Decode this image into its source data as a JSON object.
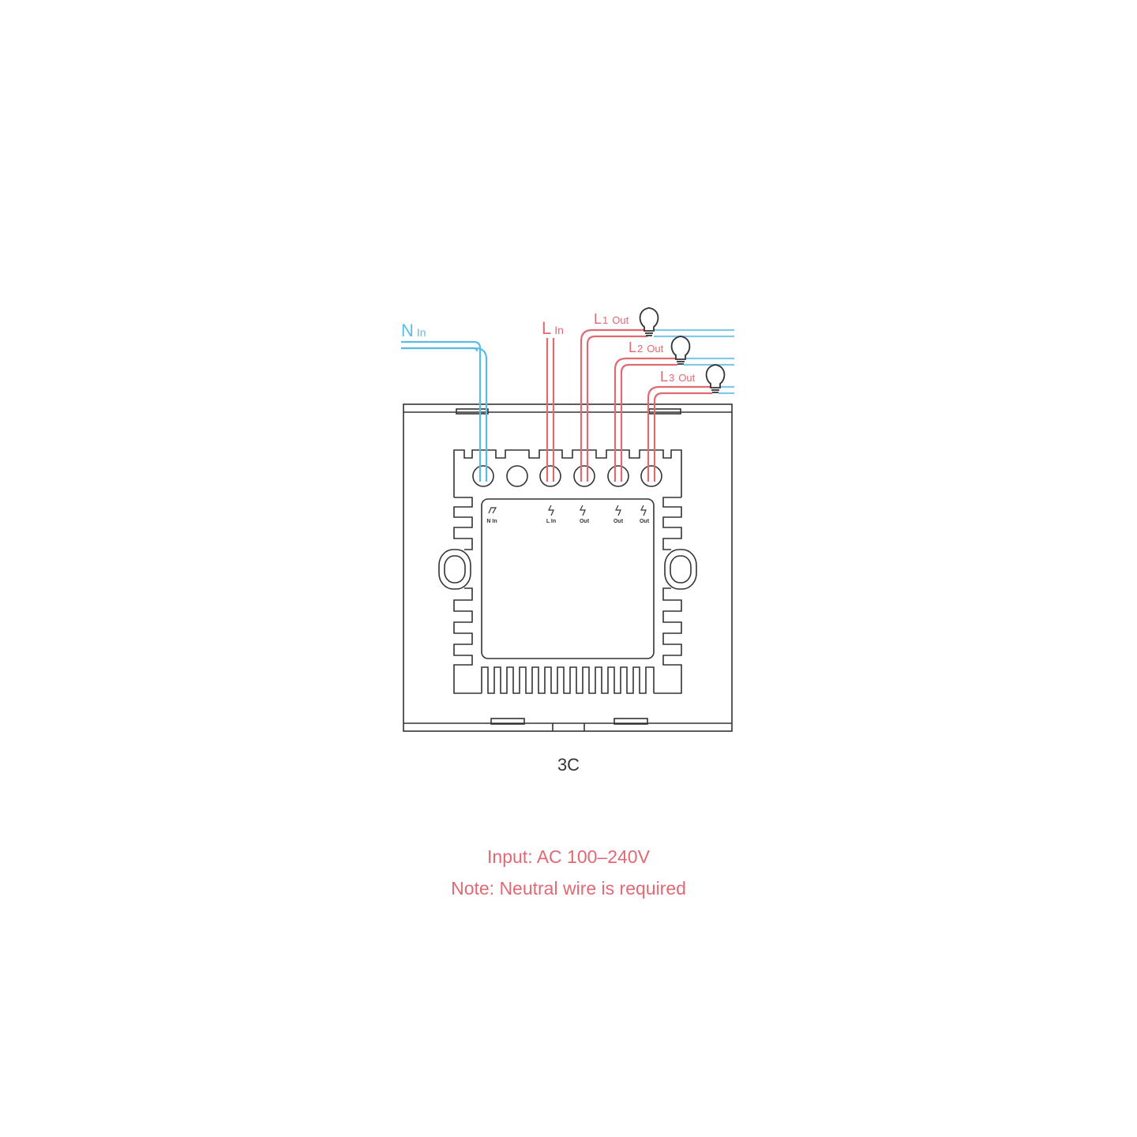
{
  "wires": {
    "neutral": {
      "label": "N",
      "sub": "In",
      "color": "#5bbde6"
    },
    "live": {
      "label": "L",
      "sub": "In",
      "color": "#e06a74"
    },
    "outputs": [
      {
        "label": "L",
        "num": "1",
        "sub": "Out"
      },
      {
        "label": "L",
        "num": "2",
        "sub": "Out"
      },
      {
        "label": "L",
        "num": "3",
        "sub": "Out"
      }
    ],
    "load_color": "#7fc8ea"
  },
  "terminals": {
    "labels": [
      {
        "sub": "N In"
      },
      {
        "sub": "L In"
      },
      {
        "sub": "Out"
      },
      {
        "sub": "Out"
      },
      {
        "sub": "Out"
      }
    ]
  },
  "model": "3C",
  "specs": {
    "input": "Input: AC 100–240V",
    "note": "Note: Neutral wire is required"
  },
  "colors": {
    "outline": "#333333",
    "red": "#e06a74",
    "blue": "#5bbde6"
  }
}
